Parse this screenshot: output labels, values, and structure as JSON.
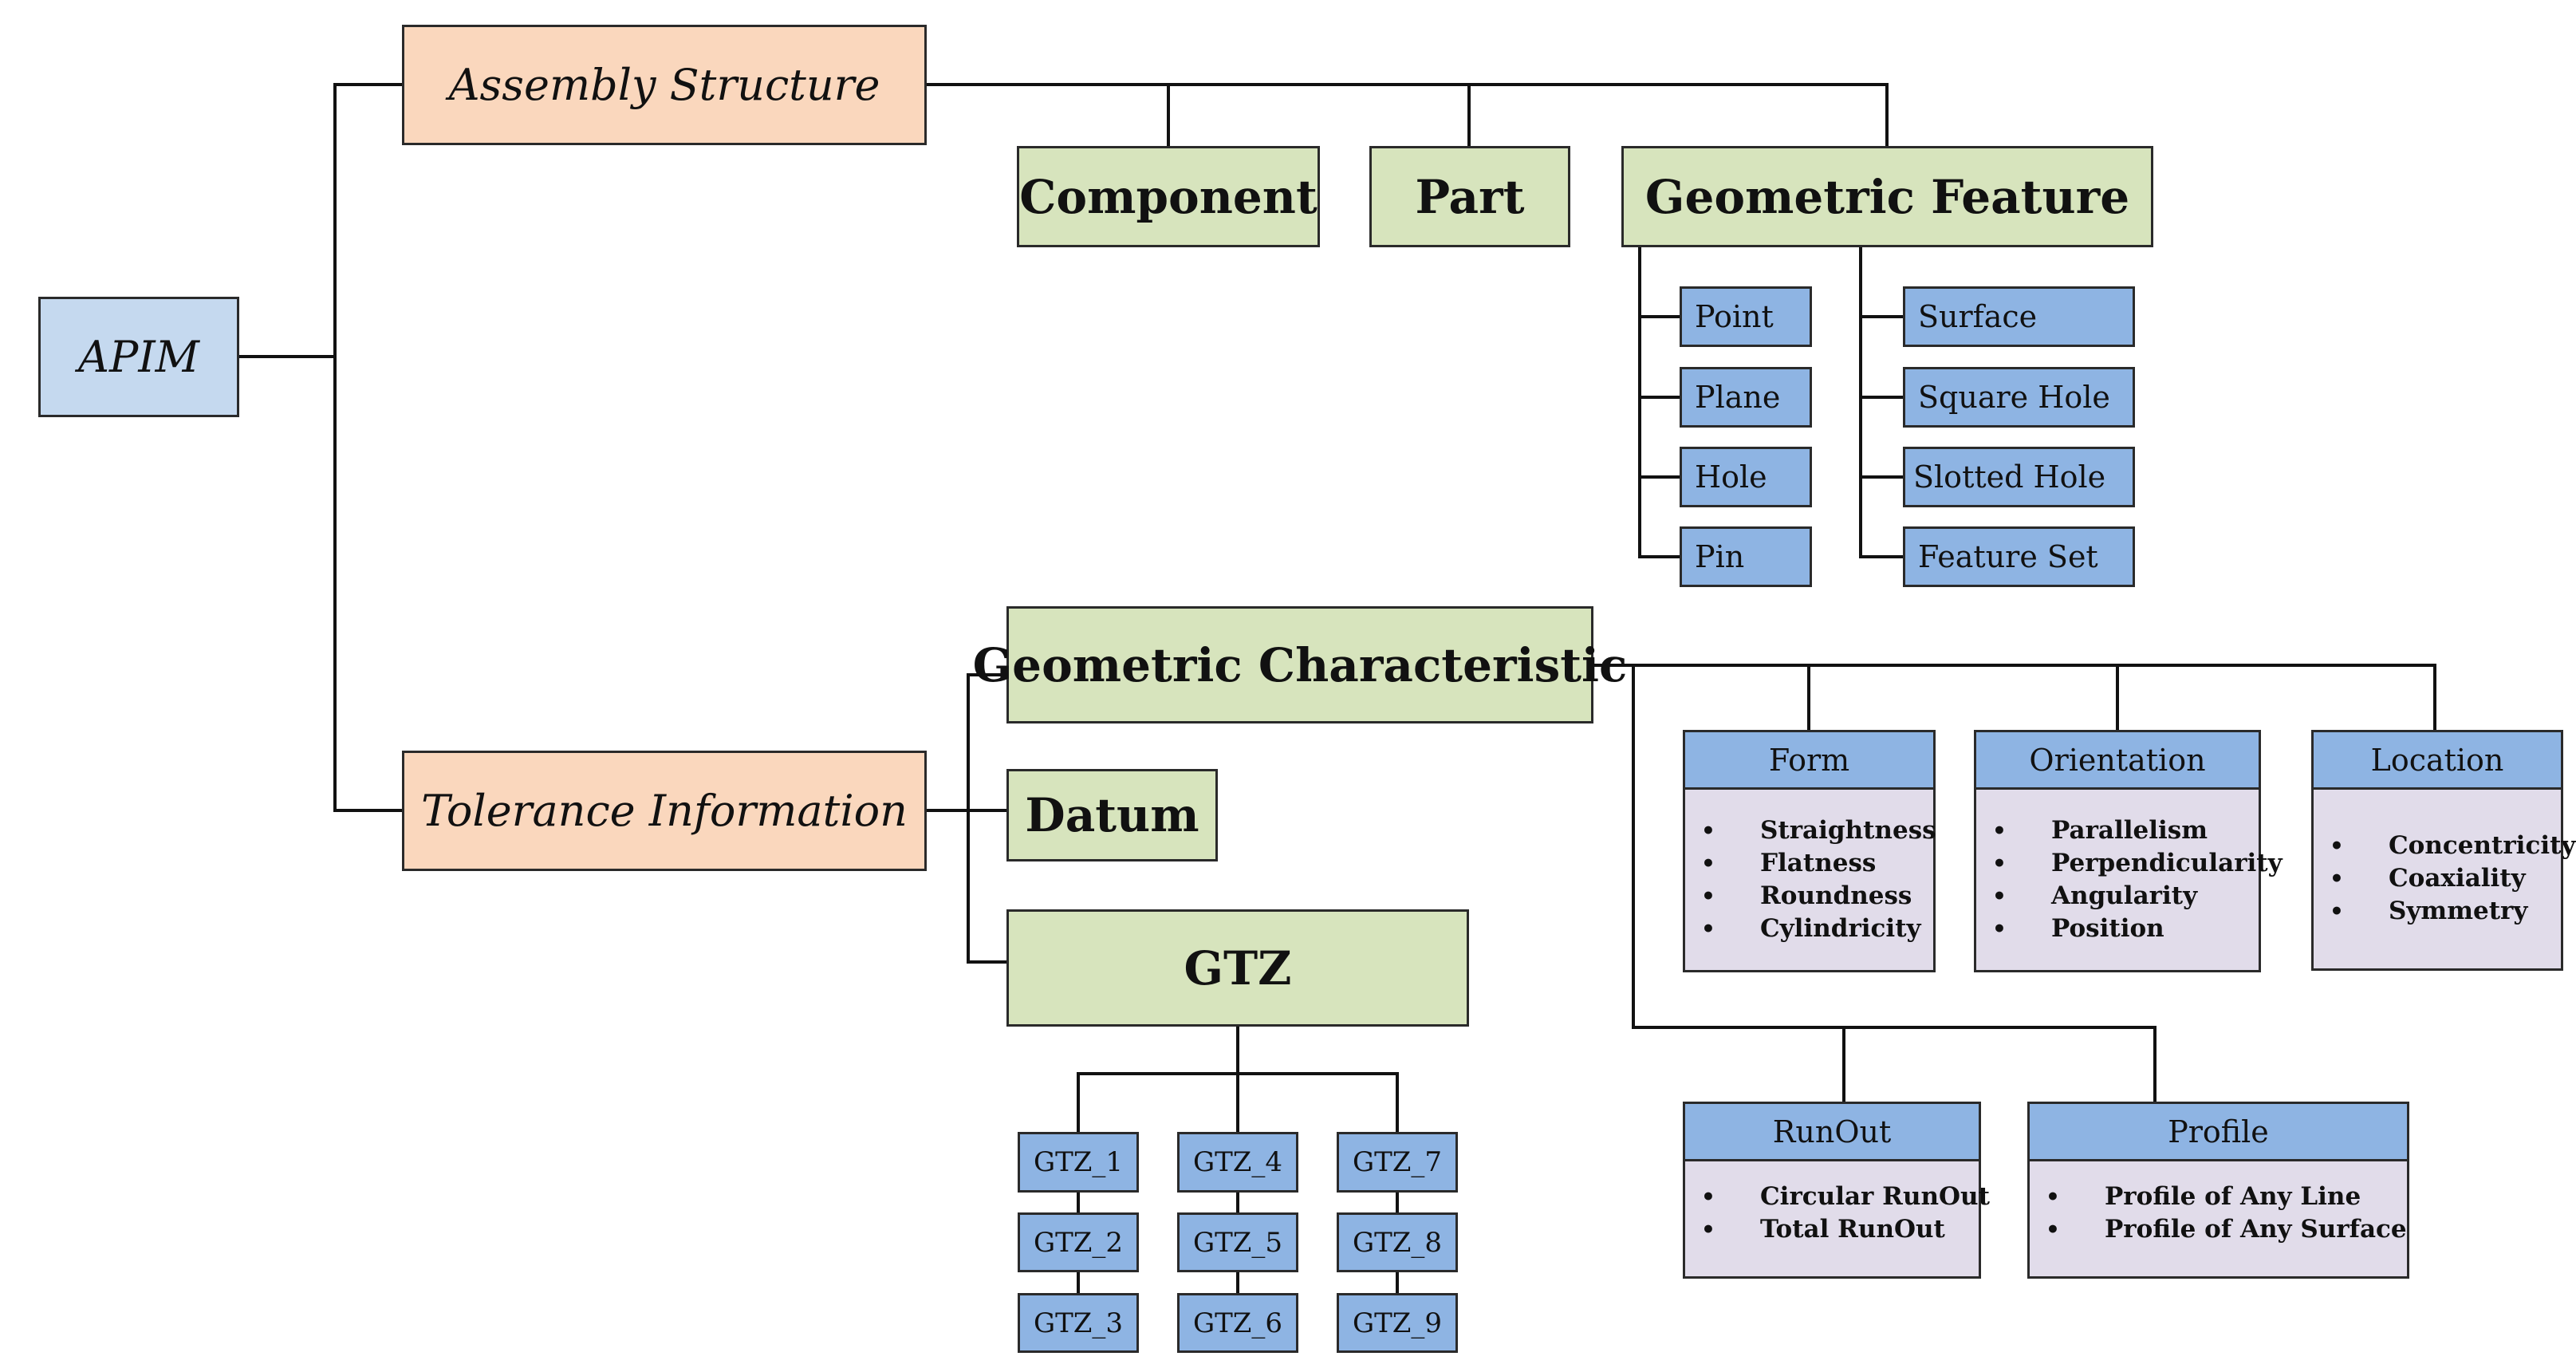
{
  "root": {
    "label": "APIM"
  },
  "assembly": {
    "label": "Assembly Structure",
    "children": [
      "Component",
      "Part",
      "Geometric Feature"
    ]
  },
  "features": {
    "left": [
      "Point",
      "Plane",
      "Hole",
      "Pin"
    ],
    "right": [
      "Surface",
      "Square Hole",
      "Slotted Hole",
      "Feature Set"
    ]
  },
  "tolerance": {
    "label": "Tolerance Information",
    "children": [
      "Geometric Characteristic",
      "Datum",
      "GTZ"
    ]
  },
  "gtz_items": [
    "GTZ_1",
    "GTZ_2",
    "GTZ_3",
    "GTZ_4",
    "GTZ_5",
    "GTZ_6",
    "GTZ_7",
    "GTZ_8",
    "GTZ_9"
  ],
  "characteristics": [
    {
      "title": "Form",
      "items": [
        "Straightness",
        "Flatness",
        "Roundness",
        "Cylindricity"
      ]
    },
    {
      "title": "Orientation",
      "items": [
        "Parallelism",
        "Perpendicularity",
        "Angularity",
        "Position"
      ]
    },
    {
      "title": "Location",
      "items": [
        "Concentricity",
        "Coaxiality",
        "Symmetry"
      ]
    },
    {
      "title": "RunOut",
      "items": [
        "Circular RunOut",
        "Total RunOut"
      ]
    },
    {
      "title": "Profile",
      "items": [
        "Profile of Any Line",
        "Profile of Any Surface"
      ]
    }
  ],
  "colors": {
    "root": "#c5d9ef",
    "branch": "#fad7bd",
    "sub": "#d7e4bd",
    "leaf": "#8eb4e3",
    "card_body": "#e1dcea",
    "line": "#111111"
  }
}
